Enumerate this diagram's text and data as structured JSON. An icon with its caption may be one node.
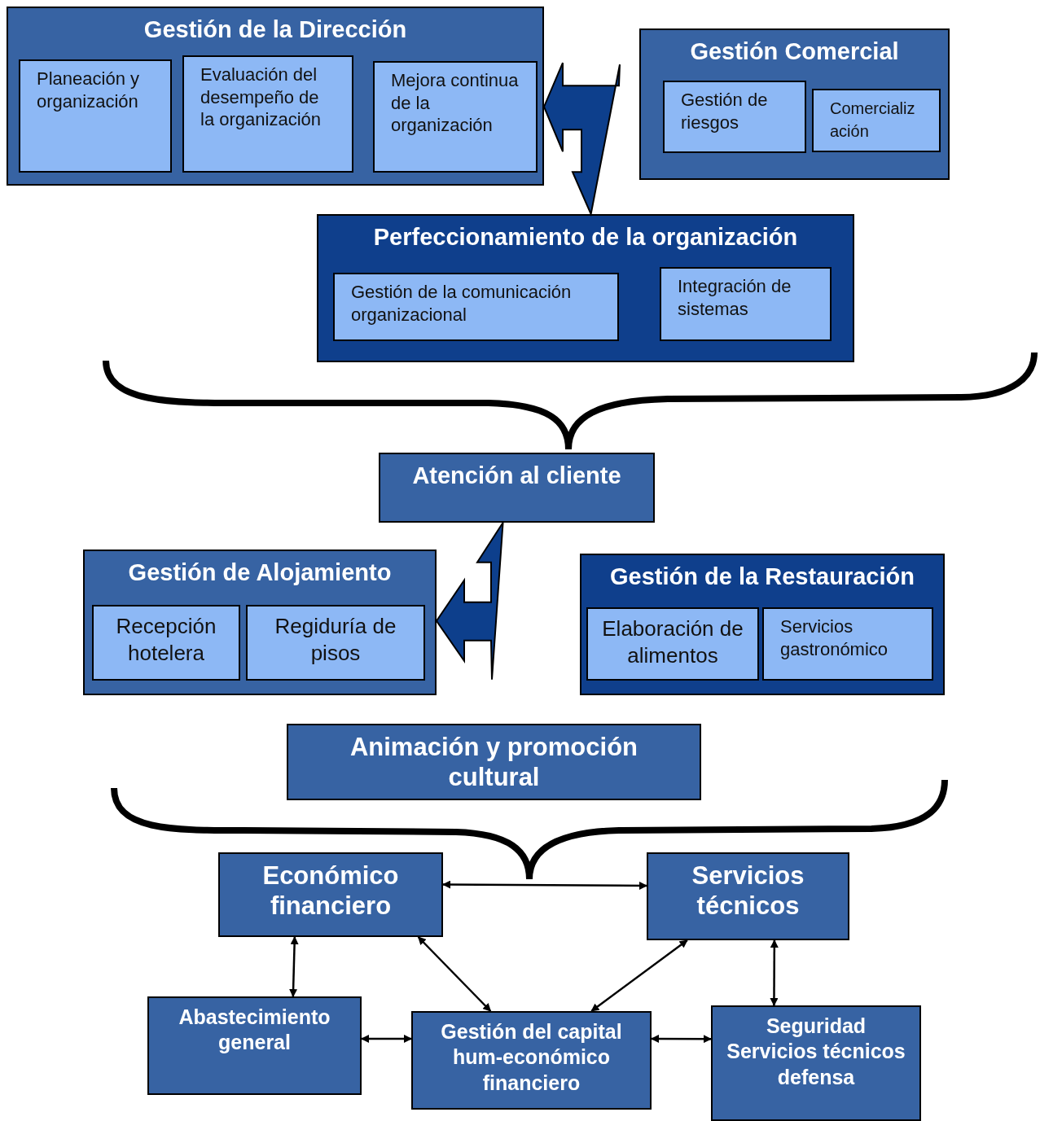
{
  "diagram": {
    "nodes": [
      {
        "text": [
          "Gestión de la Dirección"
        ]
      },
      {
        "text": [
          "Planeación y organización"
        ],
        "in": 0
      },
      {
        "text": [
          "Evaluación del desempeño de la organización"
        ],
        "in": 0
      },
      {
        "text": [
          "Mejora continua de la organización"
        ],
        "in": 0
      },
      {
        "text": [
          "Gestión Comercial"
        ]
      },
      {
        "text": [
          "Gestión de riesgos"
        ],
        "in": 4
      },
      {
        "text": [
          "Comercialización"
        ],
        "in": 4
      },
      {
        "text": [
          "Perfeccionamiento de la organización"
        ]
      },
      {
        "text": [
          "Gestión de la comunicación organizacional"
        ],
        "in": 7
      },
      {
        "text": [
          "Integración de sistemas"
        ],
        "in": 7
      },
      {
        "text": [
          "Atención al cliente"
        ]
      },
      {
        "text": [
          "Gestión de Alojamiento"
        ]
      },
      {
        "text": [
          "Recepción hotelera"
        ],
        "in": 11
      },
      {
        "text": [
          "Regiduría de pisos"
        ],
        "in": 11
      },
      {
        "text": [
          "Gestión de la Restauración"
        ]
      },
      {
        "text": [
          "Elaboración de alimentos"
        ],
        "in": 14
      },
      {
        "text": [
          "Servicios gastronómico"
        ],
        "in": 14
      },
      {
        "text": [
          "Animación y promoción cultural"
        ]
      },
      {
        "text": [
          "Económico financiero"
        ]
      },
      {
        "text": [
          "Servicios técnicos"
        ]
      },
      {
        "text": [
          "Abastecimiento general"
        ]
      },
      {
        "text": [
          "Gestión del capital hum-económico financiero"
        ]
      },
      {
        "text": [
          "Seguridad Servicios técnicos defensa"
        ]
      }
    ],
    "edges": [
      {
        "from": 7,
        "to": 0,
        "arrow": "to",
        "style": "thick"
      },
      {
        "from": 10,
        "to": 11,
        "arrow": "to",
        "style": "thick"
      },
      {
        "from": 18,
        "to": 19,
        "arrow": "both"
      },
      {
        "from": 18,
        "to": 20,
        "arrow": "both"
      },
      {
        "from": 18,
        "to": 21,
        "arrow": "both"
      },
      {
        "from": 19,
        "to": 21,
        "arrow": "both"
      },
      {
        "from": 19,
        "to": 22,
        "arrow": "both"
      },
      {
        "from": 20,
        "to": 21,
        "arrow": "both"
      },
      {
        "from": 21,
        "to": 22,
        "arrow": "both"
      }
    ]
  }
}
